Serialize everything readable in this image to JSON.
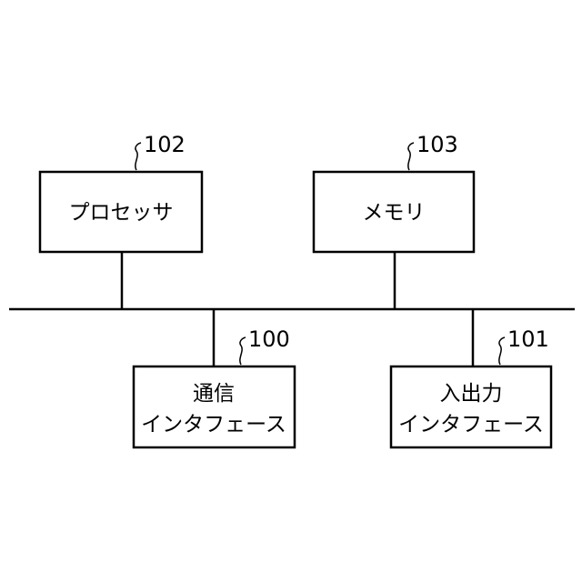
{
  "blocks": {
    "processor": {
      "ref": "102",
      "label": "プロセッサ"
    },
    "memory": {
      "ref": "103",
      "label": "メモリ"
    },
    "comm_if": {
      "ref": "100",
      "label_line1": "通信",
      "label_line2": "インタフェース"
    },
    "io_if": {
      "ref": "101",
      "label_line1": "入出力",
      "label_line2": "インタフェース"
    }
  }
}
